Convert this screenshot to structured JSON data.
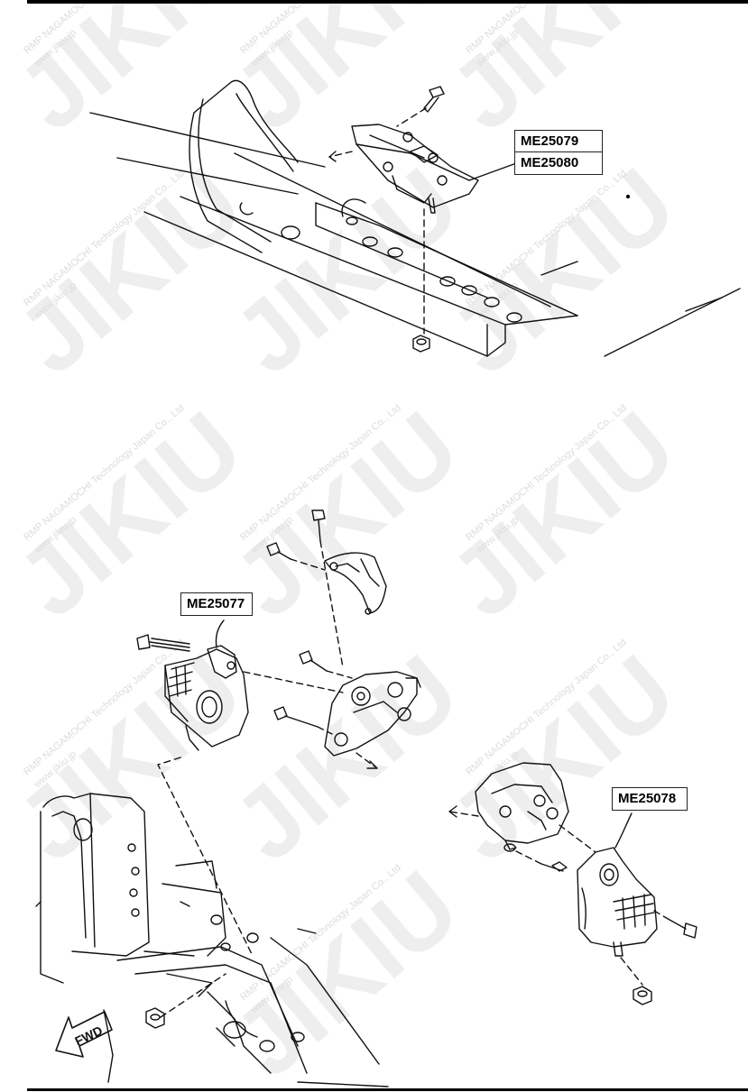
{
  "parts": {
    "top_mount_upper": "ME25079",
    "top_mount_lower": "ME25080",
    "left_mount": "ME25077",
    "right_mount": "ME25078"
  },
  "direction_label": "FWD",
  "watermark": {
    "logo": "JIKIU",
    "company": "RMP NAGAMOCHI Technology Japan Co., Ltd",
    "url": "www.jikiu.jp"
  },
  "colors": {
    "line": "#111111",
    "watermark": "#e6e6e6"
  }
}
